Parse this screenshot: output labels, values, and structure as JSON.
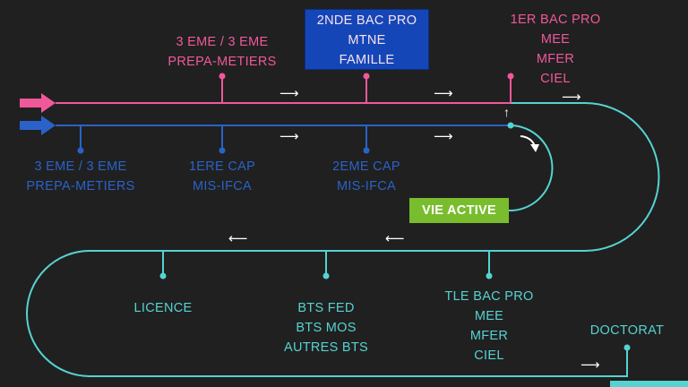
{
  "colors": {
    "background": "#202020",
    "pink_track": "#f0589a",
    "blue_track": "#2a62c9",
    "teal_track": "#55d3d1",
    "highlight_box": "#1546b8",
    "vie_active_box": "#79bd2e"
  },
  "pink_stops": {
    "college": [
      "3 EME / 3 EME",
      "PREPA-METIERS"
    ],
    "seconde": [
      "2NDE BAC PRO",
      "MTNE",
      "FAMILLE"
    ],
    "premiere": [
      "1ER BAC PRO",
      "MEE",
      "MFER",
      "CIEL"
    ]
  },
  "blue_stops": {
    "college": [
      "3 EME / 3 EME",
      "PREPA-METIERS"
    ],
    "cap1": [
      "1ERE CAP",
      "MIS-IFCA"
    ],
    "cap2": [
      "2EME CAP",
      "MIS-IFCA"
    ]
  },
  "exit_box": "VIE ACTIVE",
  "teal_stops": {
    "licence": [
      "LICENCE"
    ],
    "bts": [
      "BTS FED",
      "BTS MOS",
      "AUTRES BTS"
    ],
    "terminale": [
      "TLE BAC PRO",
      "MEE",
      "MFER",
      "CIEL"
    ],
    "doctorat": [
      "DOCTORAT"
    ]
  },
  "direction_arrows": {
    "right": "⟶",
    "left": "⟵",
    "up": "↑"
  }
}
